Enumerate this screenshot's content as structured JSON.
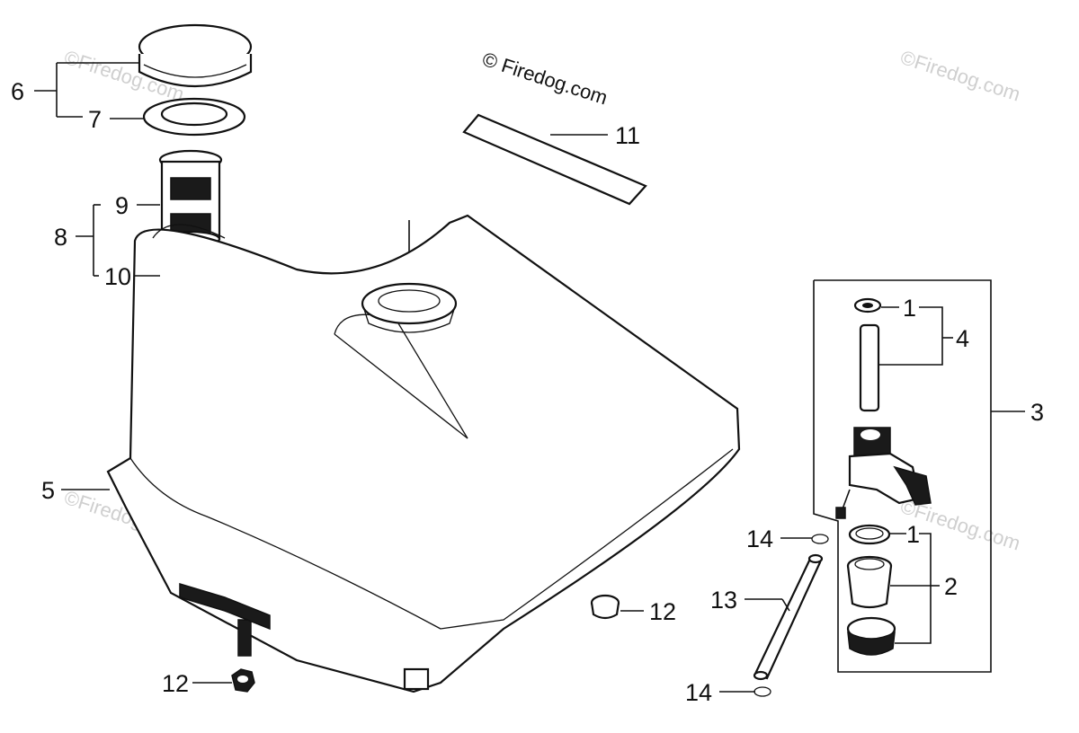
{
  "watermark_text": "©Firedog.com",
  "copyright": "© Firedog.com",
  "callouts": {
    "n1a": "1",
    "n1b": "1",
    "n2": "2",
    "n3": "3",
    "n4": "4",
    "n5": "5",
    "n6": "6",
    "n7": "7",
    "n8": "8",
    "n9": "9",
    "n10": "10",
    "n11": "11",
    "n12a": "12",
    "n12b": "12",
    "n13": "13",
    "n14a": "14",
    "n14b": "14"
  }
}
